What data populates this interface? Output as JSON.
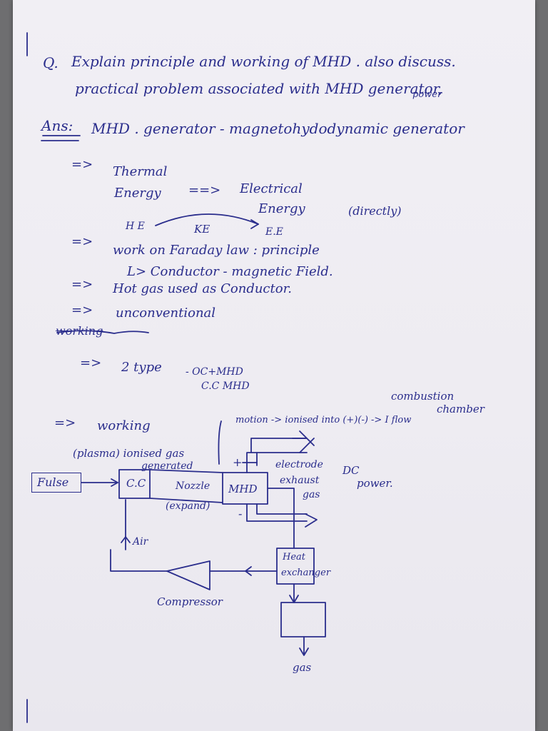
{
  "question": {
    "marker": "Q.",
    "line1": "Explain principle and working of MHD . also discuss.",
    "line2": "practical problem associated with MHD generator,",
    "line2_over": "power"
  },
  "answer": {
    "label": "Ans:",
    "heading": "MHD . generator - magnetohydodynamic generator"
  },
  "notes": {
    "arrow": "=>",
    "thermal": "Thermal",
    "energy1": "Energy",
    "arrow_mid": "==>",
    "electrical": "Electrical",
    "energy2": "Energy",
    "directly": "(directly)",
    "he": "H E",
    "ke": "KE",
    "ee": "E.E",
    "faraday": "work on Faraday law : principle",
    "conductor": "L> Conductor - magnetic Field.",
    "hotgas": "Hot gas used as Conductor.",
    "unconventional": "unconventional",
    "working_struck": "working",
    "types": "2 type",
    "type_oc": "- OC+MHD",
    "type_cc": "C.C MHD",
    "working": "working"
  },
  "diagram": {
    "combustion": "combustion",
    "chamber": "chamber",
    "motion": "motion -> ionised into (+)(-) -> I flow",
    "plasma": "(plasma) ionised gas",
    "generated": "generated",
    "fuel": "Fulse",
    "cc": "C.C",
    "nozzle": "Nozzle",
    "expand": "(expand)",
    "mhd": "MHD",
    "plus": "+",
    "minus": "-",
    "electrode": "electrode",
    "dc": "DC",
    "power": "power.",
    "exhaust": "exhaust",
    "gas_exhaust": "gas",
    "air": "Air",
    "heat": "Heat",
    "exchanger": "exchanger",
    "compressor": "Compressor",
    "gas_out": "gas"
  },
  "colors": {
    "ink": "#2a2d8c",
    "paper": "#eeecf2",
    "background": "#6e6e70"
  }
}
